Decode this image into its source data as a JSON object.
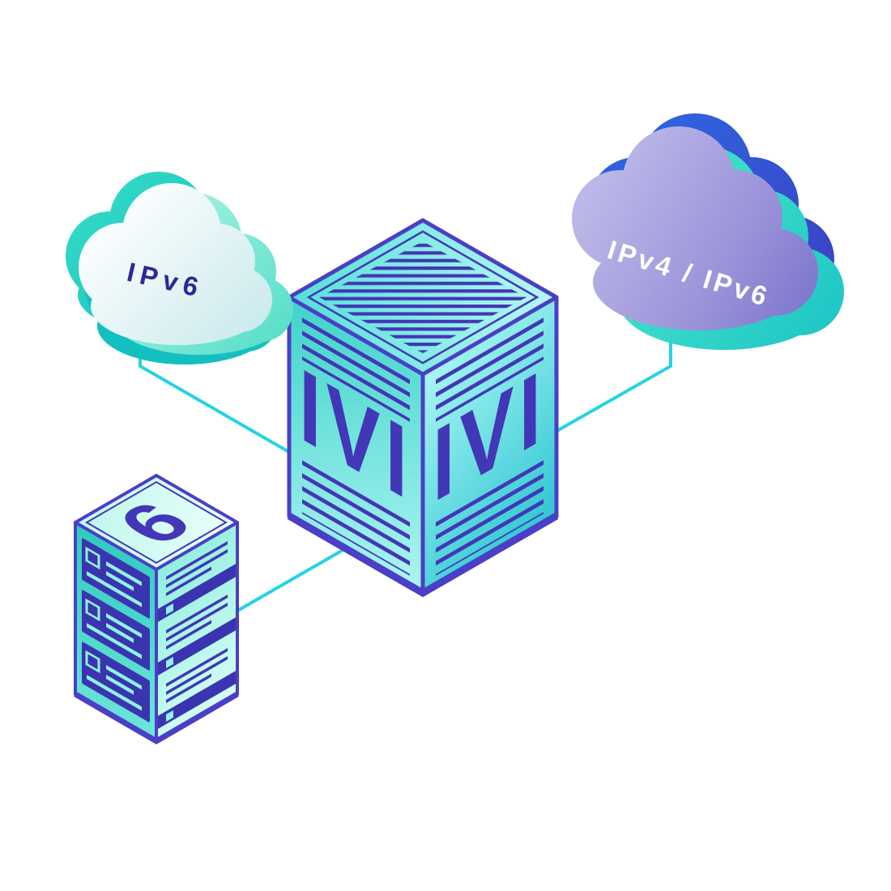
{
  "diagram": {
    "left_cloud": {
      "label": "IPv6"
    },
    "right_cloud": {
      "label": "IPv4 / IPv6"
    },
    "translator_cube": {
      "left_face_label": "IVI",
      "right_face_label": "IVI"
    },
    "server": {
      "top_label": "6"
    },
    "colors": {
      "connection_line": "#27d3e2",
      "indigo": "#4237b6",
      "edge_indigo": "#4a3fc6",
      "teal": "#2ed3c3",
      "cloud_lavender": "#a39dde",
      "label_indigo": "#2b2a96",
      "label_white": "#ffffff"
    }
  }
}
